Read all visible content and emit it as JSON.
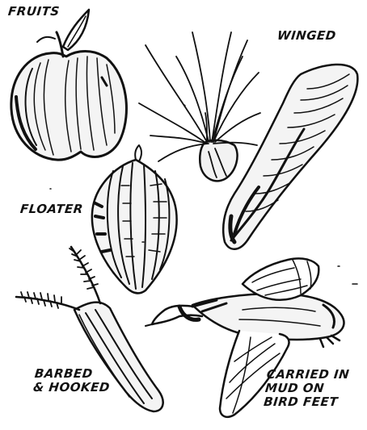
{
  "labels": {
    "fruits": "FRUITS",
    "winged": "WINGED",
    "floater": "FLOATER",
    "barbed": {
      "line1": "BARBED",
      "line2": "& HOOKED"
    },
    "carried": {
      "line1": "CARRIED IN",
      "line2": "MUD ON",
      "line3": "BIRD FEET"
    }
  },
  "colors": {
    "ink": "#111111",
    "paper": "#ffffff"
  }
}
